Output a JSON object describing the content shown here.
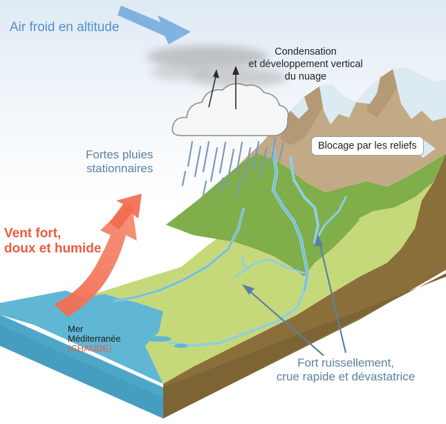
{
  "labels": {
    "air": "Air froid en altitude",
    "condensation": [
      "Condensation",
      "et développement vertical",
      "du nuage"
    ],
    "blocage": "Blocage par les reliefs",
    "rain": [
      "Fortes pluies",
      "stationnaires"
    ],
    "wind": [
      "Vent fort,",
      "doux et humide"
    ],
    "sea": [
      "Mer",
      "Méditerranée"
    ],
    "sea_temp": "(CHAUDE)",
    "runoff": [
      "Fort ruissellement,",
      "crue rapide et dévastatrice"
    ]
  },
  "colors": {
    "cold_air": "#6fa8dc",
    "warm_air": "#f26b4e",
    "sea": "#5fb7d4",
    "plain": "#c6d97a",
    "forest": "#7fae4a",
    "mountain": "#c3aa86",
    "snow": "#dcebf2",
    "river": "#8fcfe6",
    "rain": "#7d98b8",
    "label_blue": "#5b7fa3"
  }
}
